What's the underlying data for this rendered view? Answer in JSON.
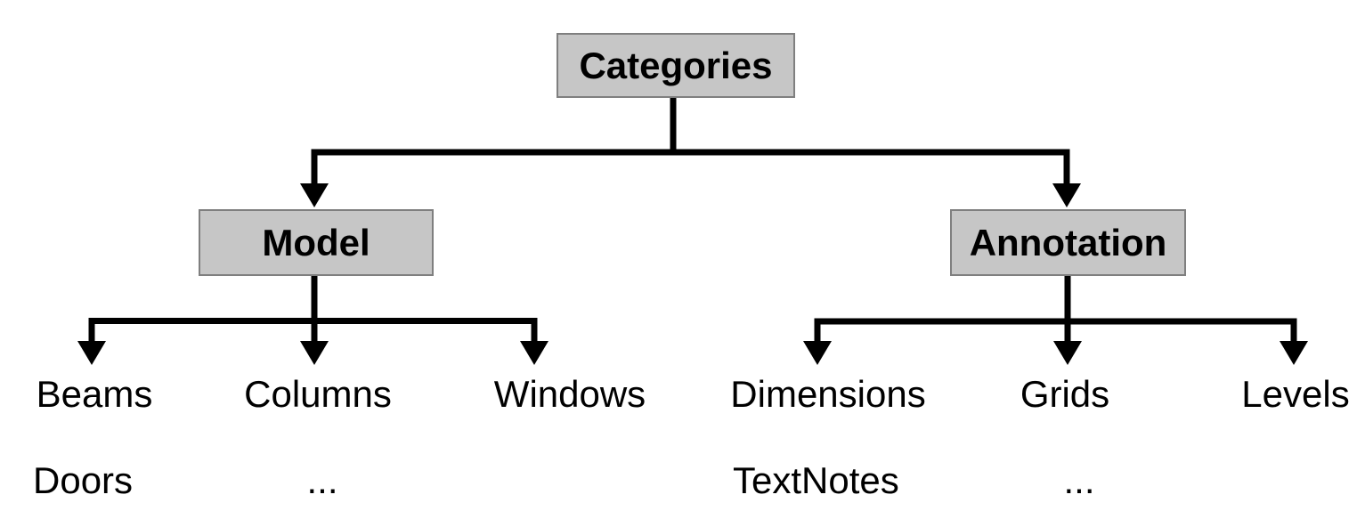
{
  "tree": {
    "root": {
      "label": "Categories"
    },
    "branches": [
      {
        "label": "Model",
        "leaves": [
          "Beams",
          "Columns",
          "Windows"
        ],
        "extra_row": [
          "Doors",
          "..."
        ]
      },
      {
        "label": "Annotation",
        "leaves": [
          "Dimensions",
          "Grids",
          "Levels"
        ],
        "extra_row": [
          "TextNotes",
          "..."
        ]
      }
    ]
  },
  "colors": {
    "box_fill": "#c6c6c6",
    "box_border": "#7f7f7f",
    "connector": "#000000",
    "text": "#000000",
    "background": "#ffffff"
  }
}
